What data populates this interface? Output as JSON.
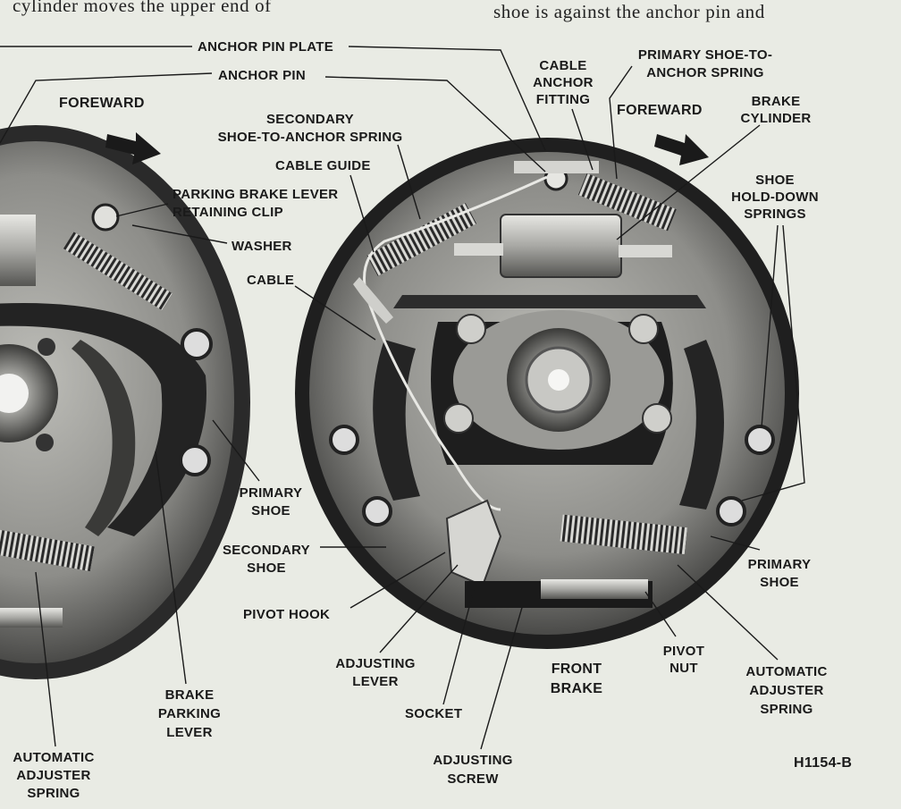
{
  "header": {
    "left_text": "cylinder moves the upper end of",
    "right_text": "shoe is against the anchor pin and"
  },
  "labels": {
    "anchor_pin_plate": "ANCHOR PIN PLATE",
    "anchor_pin": "ANCHOR PIN",
    "foreward_left": "FOREWARD",
    "foreward_right": "FOREWARD",
    "secondary_spring": [
      "SECONDARY",
      "SHOE-TO-ANCHOR SPRING"
    ],
    "cable_guide": "CABLE GUIDE",
    "parking_clip": [
      "PARKING BRAKE LEVER",
      "RETAINING CLIP"
    ],
    "washer": "WASHER",
    "cable": "CABLE",
    "cable_anchor": [
      "CABLE",
      "ANCHOR",
      "FITTING"
    ],
    "primary_spring": [
      "PRIMARY SHOE-TO-",
      "ANCHOR SPRING"
    ],
    "brake_cylinder": [
      "BRAKE",
      "CYLINDER"
    ],
    "hold_down": [
      "SHOE",
      "HOLD-DOWN",
      "SPRINGS"
    ],
    "primary_shoe_left": [
      "PRIMARY",
      "SHOE"
    ],
    "secondary_shoe": [
      "SECONDARY",
      "SHOE"
    ],
    "pivot_hook": "PIVOT HOOK",
    "adjusting_lever": [
      "ADJUSTING",
      "LEVER"
    ],
    "socket": "SOCKET",
    "adjusting_screw": [
      "ADJUSTING",
      "SCREW"
    ],
    "front_brake": [
      "FRONT",
      "BRAKE"
    ],
    "pivot_nut": [
      "PIVOT",
      "NUT"
    ],
    "primary_shoe_right": [
      "PRIMARY",
      "SHOE"
    ],
    "auto_adjuster_right": [
      "AUTOMATIC",
      "ADJUSTER",
      "SPRING"
    ],
    "brake_parking_lever": [
      "BRAKE",
      "PARKING",
      "LEVER"
    ],
    "auto_adjuster_left": [
      "AUTOMATIC",
      "ADJUSTER",
      "SPRING"
    ],
    "figure_id": "H1154-B"
  },
  "colors": {
    "paper": "#e9ebe4",
    "ink": "#1a1a1a",
    "metal_dark": "#2a2a2a",
    "metal_mid": "#7a7a78",
    "metal_light": "#c8c8c4"
  }
}
